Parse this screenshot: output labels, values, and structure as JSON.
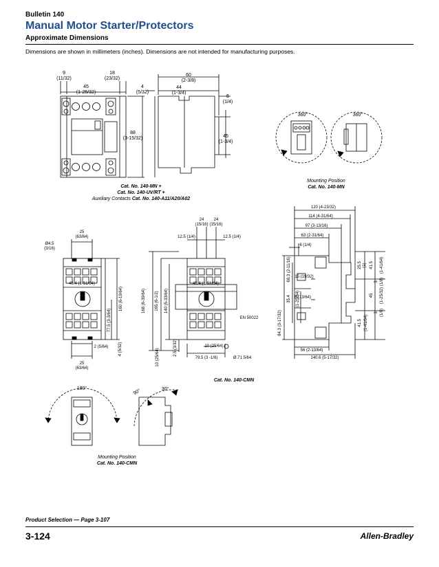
{
  "header": {
    "bulletin": "Bulletin 140",
    "title": "Manual Motor Starter/Protectors",
    "subtitle": "Approximate Dimensions",
    "note": "Dimensions are shown in millimeters (inches). Dimensions are not intended for manufacturing purposes."
  },
  "fig1": {
    "dim_9": "9",
    "dim_9_in": "(11/32)",
    "dim_18": "18",
    "dim_18_in": "(23/32)",
    "dim_45w": "45",
    "dim_45w_in": "(1-25/32)",
    "dim_4": "4",
    "dim_4_in": "(5/32)",
    "dim_60": "60",
    "dim_60_in": "(2-3/8)",
    "dim_44": "44",
    "dim_44_in": "(1-3/4)",
    "dim_6": "6",
    "dim_6_in": "(1/4)",
    "dim_88": "88",
    "dim_88_in": "(3-15/32)",
    "dim_45h": "45",
    "dim_45h_in": "(1-3/4)",
    "caption_1": "Cat. No. 140-MN +",
    "caption_2": "Cat. No. 140-UV/RT +",
    "caption_3a": "Auxiliary Contacts ",
    "caption_3b": "Cat. No. 140-A11/A20/A02"
  },
  "fig2": {
    "angle_left": "360°",
    "angle_right": "360°",
    "caption_1": "Mounting Position",
    "caption_2": "Cat. No. 140-MN"
  },
  "fig3": {
    "dim_25": "25",
    "dim_25_in": "(63/64)",
    "dim_hole": "Ø4.5",
    "dim_hole_in": "(3/16)",
    "dim_inner": "45.4 (1-51/64)",
    "dim_160": "160 (6-19/64)",
    "dim_775": "77.5 (3-3/64)",
    "dim_4b": "4 (5/32)",
    "dim_2": "2 (5/64)",
    "dim_25b": "25",
    "dim_25b_in": "(63/64)"
  },
  "fig4": {
    "dim_24a": "24",
    "dim_24a_in": "(15/16)",
    "dim_24b": "24",
    "dim_24b_in": "(15/16)",
    "dim_125a": "12.5 (1/4)",
    "dim_125b": "12.5 (1/4)",
    "dim_inner": "45.4 (1-51/64)",
    "dim_168": "168 (6-39/64)",
    "dim_165": "165 (6-1/2)",
    "dim_140": "140 (5-33/64)",
    "dim_10": "10 (25/64)",
    "dim_25": "2.5 (3/32)",
    "dim_795": "79.5 (3 -1/8)",
    "dim_10b": "10 (25/64)",
    "dim_071": "Ø.71 5/64",
    "rail": "EN 50022",
    "caption": "Cat. No. 140-CMN"
  },
  "fig5": {
    "dim_120": "120 (4-23/32)",
    "dim_114": "114 (4-31/64)",
    "dim_97": "97 (3-13/16)",
    "dim_63": "63 (2-31/64)",
    "dim_6": "6 (1/4)",
    "dim_15": "15 (19/32)",
    "dim_5": "5 (13/64)",
    "dim_35_4": "35.4",
    "dim_35_4_in": "(1-25/64)",
    "dim_683": "68.3 (2-11/16)",
    "dim_843": "84.3 (3-17/32)",
    "dim_56": "56 (2-13/64)",
    "dim_1406": "140.6 (5-17/32)",
    "r_255": "25.5",
    "r_255_in": "(1)",
    "r_415a": "41.5",
    "r_415a_in": "(1-41/64)",
    "r_45": "45",
    "r_45_in": "(1-25/32)",
    "r_415b": "41.5",
    "r_415b_in": "(1-41/64)",
    "r_3a": "3",
    "r_3a_in": "(1/8)",
    "r_3b": "3",
    "r_3b_in": "(1/8)"
  },
  "fig6": {
    "angle_180": "180°",
    "angle_90": "90°",
    "angle_30": "30°",
    "caption_1": "Mounting Position",
    "caption_2": "Cat. No. 140-CMN"
  },
  "footer": {
    "link": "Product Selection — Page 3-107",
    "page": "3-124",
    "brand": "Allen-Bradley"
  }
}
